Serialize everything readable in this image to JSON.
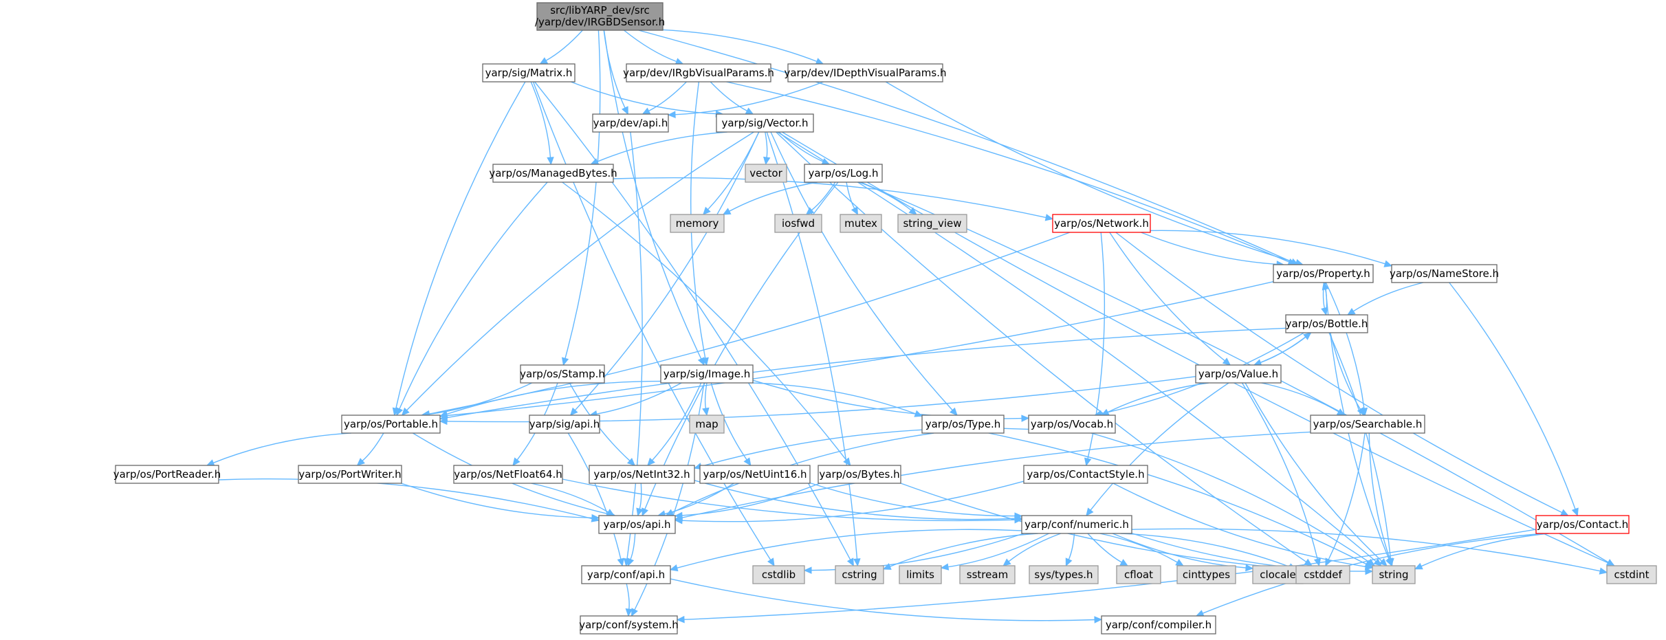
{
  "diagram": {
    "colors": {
      "edge": "#63b8ff",
      "root_fill": "#999999",
      "root_border": "#666666",
      "header_fill": "#ffffff",
      "header_border": "#666666",
      "system_fill": "#e0e0e0",
      "system_border": "#999999",
      "truncated_border": "#ff0000"
    },
    "nodes": [
      {
        "id": "root",
        "label": "src/libYARP_dev/src\n/yarp/dev/IRGBDSensor.h",
        "kind": "root"
      },
      {
        "id": "matrix",
        "label": "yarp/sig/Matrix.h",
        "kind": "header"
      },
      {
        "id": "irgbvis",
        "label": "yarp/dev/IRgbVisualParams.h",
        "kind": "header"
      },
      {
        "id": "idepthvis",
        "label": "yarp/dev/IDepthVisualParams.h",
        "kind": "header"
      },
      {
        "id": "devapi",
        "label": "yarp/dev/api.h",
        "kind": "header"
      },
      {
        "id": "vector",
        "label": "yarp/sig/Vector.h",
        "kind": "header"
      },
      {
        "id": "managed",
        "label": "yarp/os/ManagedBytes.h",
        "kind": "header"
      },
      {
        "id": "s_vector",
        "label": "vector",
        "kind": "system"
      },
      {
        "id": "log",
        "label": "yarp/os/Log.h",
        "kind": "header"
      },
      {
        "id": "s_memory",
        "label": "memory",
        "kind": "system"
      },
      {
        "id": "s_iosfwd",
        "label": "iosfwd",
        "kind": "system"
      },
      {
        "id": "s_mutex",
        "label": "mutex",
        "kind": "system"
      },
      {
        "id": "s_strview",
        "label": "string_view",
        "kind": "system"
      },
      {
        "id": "network",
        "label": "yarp/os/Network.h",
        "kind": "truncated"
      },
      {
        "id": "property",
        "label": "yarp/os/Property.h",
        "kind": "header"
      },
      {
        "id": "namestore",
        "label": "yarp/os/NameStore.h",
        "kind": "header"
      },
      {
        "id": "bottle",
        "label": "yarp/os/Bottle.h",
        "kind": "header"
      },
      {
        "id": "stamp",
        "label": "yarp/os/Stamp.h",
        "kind": "header"
      },
      {
        "id": "image",
        "label": "yarp/sig/Image.h",
        "kind": "header"
      },
      {
        "id": "value",
        "label": "yarp/os/Value.h",
        "kind": "header"
      },
      {
        "id": "portable",
        "label": "yarp/os/Portable.h",
        "kind": "header"
      },
      {
        "id": "sigapi",
        "label": "yarp/sig/api.h",
        "kind": "header"
      },
      {
        "id": "s_map",
        "label": "map",
        "kind": "system"
      },
      {
        "id": "type",
        "label": "yarp/os/Type.h",
        "kind": "header"
      },
      {
        "id": "vocab",
        "label": "yarp/os/Vocab.h",
        "kind": "header"
      },
      {
        "id": "searchable",
        "label": "yarp/os/Searchable.h",
        "kind": "header"
      },
      {
        "id": "portreader",
        "label": "yarp/os/PortReader.h",
        "kind": "header"
      },
      {
        "id": "portwriter",
        "label": "yarp/os/PortWriter.h",
        "kind": "header"
      },
      {
        "id": "netfloat64",
        "label": "yarp/os/NetFloat64.h",
        "kind": "header"
      },
      {
        "id": "netint32",
        "label": "yarp/os/NetInt32.h",
        "kind": "header"
      },
      {
        "id": "netuint16",
        "label": "yarp/os/NetUint16.h",
        "kind": "header"
      },
      {
        "id": "bytes",
        "label": "yarp/os/Bytes.h",
        "kind": "header"
      },
      {
        "id": "contactstyle",
        "label": "yarp/os/ContactStyle.h",
        "kind": "header"
      },
      {
        "id": "osapi",
        "label": "yarp/os/api.h",
        "kind": "header"
      },
      {
        "id": "numeric",
        "label": "yarp/conf/numeric.h",
        "kind": "header"
      },
      {
        "id": "contact",
        "label": "yarp/os/Contact.h",
        "kind": "truncated"
      },
      {
        "id": "confapi",
        "label": "yarp/conf/api.h",
        "kind": "header"
      },
      {
        "id": "s_cstdlib",
        "label": "cstdlib",
        "kind": "system"
      },
      {
        "id": "s_cstring",
        "label": "cstring",
        "kind": "system"
      },
      {
        "id": "s_limits",
        "label": "limits",
        "kind": "system"
      },
      {
        "id": "s_sstream",
        "label": "sstream",
        "kind": "system"
      },
      {
        "id": "s_systypes",
        "label": "sys/types.h",
        "kind": "system"
      },
      {
        "id": "s_cfloat",
        "label": "cfloat",
        "kind": "system"
      },
      {
        "id": "s_cinttypes",
        "label": "cinttypes",
        "kind": "system"
      },
      {
        "id": "s_clocale",
        "label": "clocale",
        "kind": "system"
      },
      {
        "id": "s_cstddef",
        "label": "cstddef",
        "kind": "system"
      },
      {
        "id": "s_string",
        "label": "string",
        "kind": "system"
      },
      {
        "id": "s_cstdint",
        "label": "cstdint",
        "kind": "system"
      },
      {
        "id": "confsystem",
        "label": "yarp/conf/system.h",
        "kind": "header"
      },
      {
        "id": "confcompiler",
        "label": "yarp/conf/compiler.h",
        "kind": "header"
      }
    ],
    "edges": [
      [
        "root",
        "matrix"
      ],
      [
        "root",
        "irgbvis"
      ],
      [
        "root",
        "idepthvis"
      ],
      [
        "root",
        "devapi"
      ],
      [
        "root",
        "stamp"
      ],
      [
        "root",
        "image"
      ],
      [
        "root",
        "property"
      ],
      [
        "matrix",
        "vector"
      ],
      [
        "matrix",
        "managed"
      ],
      [
        "matrix",
        "portable"
      ],
      [
        "matrix",
        "s_cstring"
      ],
      [
        "matrix",
        "s_cstdlib"
      ],
      [
        "irgbvis",
        "devapi"
      ],
      [
        "irgbvis",
        "vector"
      ],
      [
        "irgbvis",
        "property"
      ],
      [
        "irgbvis",
        "image"
      ],
      [
        "idepthvis",
        "devapi"
      ],
      [
        "idepthvis",
        "property"
      ],
      [
        "devapi",
        "confapi"
      ],
      [
        "vector",
        "managed"
      ],
      [
        "vector",
        "s_vector"
      ],
      [
        "vector",
        "log"
      ],
      [
        "vector",
        "s_memory"
      ],
      [
        "vector",
        "portable"
      ],
      [
        "vector",
        "sigapi"
      ],
      [
        "vector",
        "type"
      ],
      [
        "vector",
        "s_cstring"
      ],
      [
        "vector",
        "s_cstddef"
      ],
      [
        "vector",
        "s_string"
      ],
      [
        "vector",
        "s_cstdint"
      ],
      [
        "managed",
        "network"
      ],
      [
        "managed",
        "portable"
      ],
      [
        "managed",
        "bytes"
      ],
      [
        "log",
        "s_memory"
      ],
      [
        "log",
        "s_iosfwd"
      ],
      [
        "log",
        "s_mutex"
      ],
      [
        "log",
        "s_strview"
      ],
      [
        "log",
        "osapi"
      ],
      [
        "log",
        "s_cstdint"
      ],
      [
        "network",
        "property"
      ],
      [
        "network",
        "namestore"
      ],
      [
        "network",
        "value"
      ],
      [
        "network",
        "contactstyle"
      ],
      [
        "network",
        "contact"
      ],
      [
        "network",
        "portable"
      ],
      [
        "property",
        "bottle"
      ],
      [
        "property",
        "searchable"
      ],
      [
        "property",
        "s_string"
      ],
      [
        "property",
        "portable"
      ],
      [
        "namestore",
        "bottle"
      ],
      [
        "namestore",
        "contact"
      ],
      [
        "bottle",
        "property"
      ],
      [
        "bottle",
        "value"
      ],
      [
        "bottle",
        "searchable"
      ],
      [
        "bottle",
        "vocab"
      ],
      [
        "bottle",
        "portable"
      ],
      [
        "bottle",
        "s_string"
      ],
      [
        "value",
        "bottle"
      ],
      [
        "value",
        "searchable"
      ],
      [
        "value",
        "vocab"
      ],
      [
        "value",
        "portable"
      ],
      [
        "value",
        "numeric"
      ],
      [
        "value",
        "s_cstddef"
      ],
      [
        "value",
        "s_string"
      ],
      [
        "stamp",
        "portable"
      ],
      [
        "stamp",
        "netint32"
      ],
      [
        "stamp",
        "netfloat64"
      ],
      [
        "image",
        "portable"
      ],
      [
        "image",
        "sigapi"
      ],
      [
        "image",
        "s_map"
      ],
      [
        "image",
        "type"
      ],
      [
        "image",
        "vocab"
      ],
      [
        "image",
        "netint32"
      ],
      [
        "image",
        "netuint16"
      ],
      [
        "image",
        "confsystem"
      ],
      [
        "portable",
        "portreader"
      ],
      [
        "portable",
        "portwriter"
      ],
      [
        "portable",
        "osapi"
      ],
      [
        "sigapi",
        "confapi"
      ],
      [
        "type",
        "osapi"
      ],
      [
        "type",
        "s_string"
      ],
      [
        "vocab",
        "netint32"
      ],
      [
        "vocab",
        "s_string"
      ],
      [
        "searchable",
        "osapi"
      ],
      [
        "searchable",
        "s_cstddef"
      ],
      [
        "searchable",
        "s_string"
      ],
      [
        "portreader",
        "osapi"
      ],
      [
        "portwriter",
        "osapi"
      ],
      [
        "netfloat64",
        "osapi"
      ],
      [
        "netfloat64",
        "numeric"
      ],
      [
        "netint32",
        "osapi"
      ],
      [
        "netint32",
        "numeric"
      ],
      [
        "netuint16",
        "osapi"
      ],
      [
        "netuint16",
        "numeric"
      ],
      [
        "bytes",
        "osapi"
      ],
      [
        "bytes",
        "s_cstddef"
      ],
      [
        "contactstyle",
        "osapi"
      ],
      [
        "contactstyle",
        "s_string"
      ],
      [
        "osapi",
        "confapi"
      ],
      [
        "numeric",
        "confapi"
      ],
      [
        "numeric",
        "s_cstdlib"
      ],
      [
        "numeric",
        "s_cstring"
      ],
      [
        "numeric",
        "s_limits"
      ],
      [
        "numeric",
        "s_sstream"
      ],
      [
        "numeric",
        "s_systypes"
      ],
      [
        "numeric",
        "s_cfloat"
      ],
      [
        "numeric",
        "s_cinttypes"
      ],
      [
        "numeric",
        "s_clocale"
      ],
      [
        "numeric",
        "s_cstddef"
      ],
      [
        "numeric",
        "s_string"
      ],
      [
        "numeric",
        "s_cstdint"
      ],
      [
        "contact",
        "s_string"
      ],
      [
        "contact",
        "confsystem"
      ],
      [
        "contact",
        "confcompiler"
      ],
      [
        "confapi",
        "confsystem"
      ],
      [
        "confapi",
        "confcompiler"
      ]
    ]
  }
}
